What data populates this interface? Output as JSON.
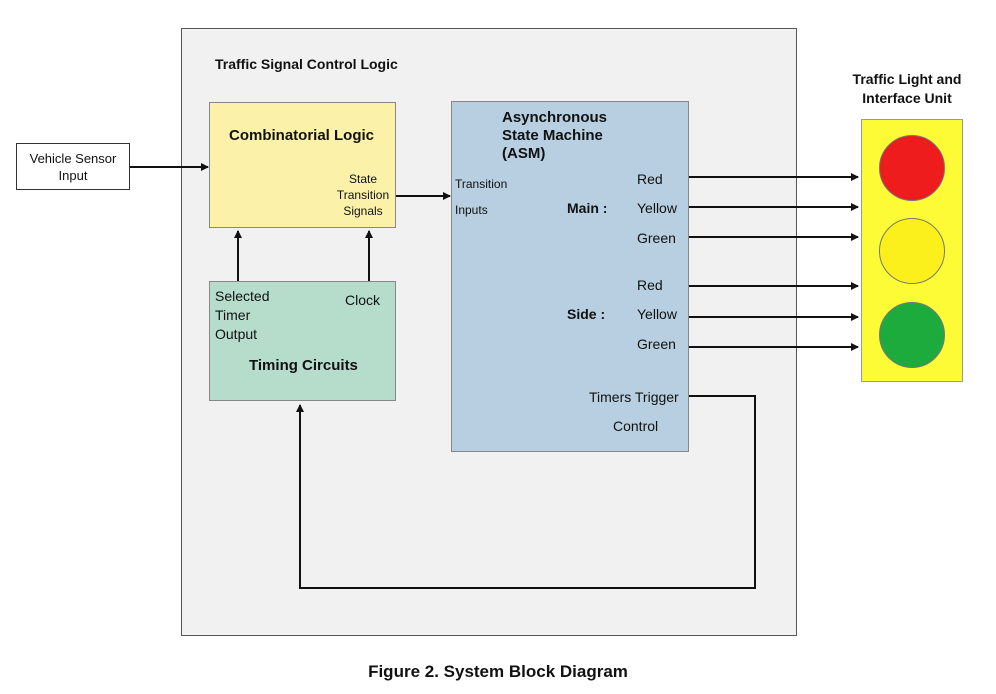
{
  "outer_title": "Traffic Signal Control Logic",
  "sensor": {
    "line1": "Vehicle Sensor",
    "line2": "Input"
  },
  "combinatorial": {
    "title": "Combinatorial Logic",
    "out_line1": "State",
    "out_line2": "Transition",
    "out_line3": "Signals"
  },
  "timing": {
    "title": "Timing Circuits",
    "selected_line1": "Selected",
    "selected_line2": "Timer",
    "selected_line3": "Output",
    "clock": "Clock"
  },
  "asm": {
    "title_line1": "Asynchronous",
    "title_line2": "State Machine",
    "title_line3": "(ASM)",
    "input_line1": "Transition",
    "input_line2": "Inputs",
    "main_label": "Main :",
    "side_label": "Side :",
    "main_signals": [
      "Red",
      "Yellow",
      "Green"
    ],
    "side_signals": [
      "Red",
      "Yellow",
      "Green"
    ],
    "timers_line1": "Timers Trigger",
    "timers_line2": "Control"
  },
  "traffic_light": {
    "title_line1": "Traffic Light and",
    "title_line2": "Interface Unit",
    "lamp_colors": [
      "#ee1c1c",
      "#fcf01c",
      "#1eab3e"
    ]
  },
  "caption": "Figure 2. System Block Diagram"
}
